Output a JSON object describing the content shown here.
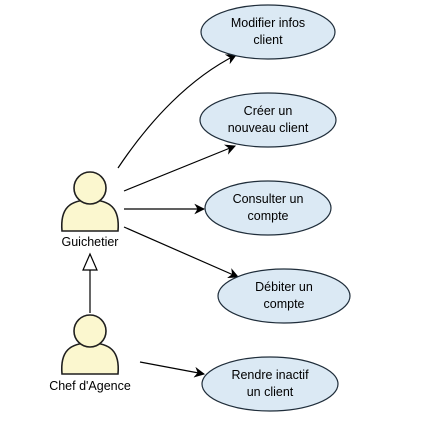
{
  "actors": [
    {
      "id": "guichetier",
      "label": "Guichetier"
    },
    {
      "id": "chef",
      "label": "Chef d'Agence"
    }
  ],
  "use_cases": [
    {
      "id": "uc1",
      "lines": [
        "Modifier infos",
        "client"
      ]
    },
    {
      "id": "uc2",
      "lines": [
        "Créer un",
        "nouveau client"
      ]
    },
    {
      "id": "uc3",
      "lines": [
        "Consulter un",
        "compte"
      ]
    },
    {
      "id": "uc4",
      "lines": [
        "Débiter un",
        "compte"
      ]
    },
    {
      "id": "uc5",
      "lines": [
        "Rendre inactif",
        "un client"
      ]
    }
  ],
  "associations": [
    {
      "from": "guichetier",
      "to": "uc1"
    },
    {
      "from": "guichetier",
      "to": "uc2"
    },
    {
      "from": "guichetier",
      "to": "uc3"
    },
    {
      "from": "guichetier",
      "to": "uc4"
    },
    {
      "from": "chef",
      "to": "uc5"
    }
  ],
  "generalizations": [
    {
      "child": "chef",
      "parent": "guichetier"
    }
  ],
  "colors": {
    "use_case_fill": "#dbe9f4",
    "use_case_stroke": "#1f2d3a",
    "actor_fill": "#fbf7cf",
    "actor_stroke": "#1f1f1f",
    "line": "#000000"
  }
}
